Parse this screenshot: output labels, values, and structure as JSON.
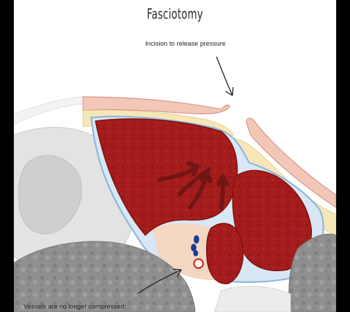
{
  "title": "Fasciotomy",
  "annotations": {
    "incision": "Incision to release pressure",
    "vessels": "Vessels are no longer compressed;"
  },
  "colors": {
    "background": "#000000",
    "panel": "#ffffff",
    "muscle": "#a51c1c",
    "fascia": "#b9d3ea",
    "fat": "#f6e7b8",
    "skin": "#f2c7b8",
    "bone": "#cfcfcf",
    "vein": "#1f3a93",
    "artery_ring": "#d23a2a"
  }
}
